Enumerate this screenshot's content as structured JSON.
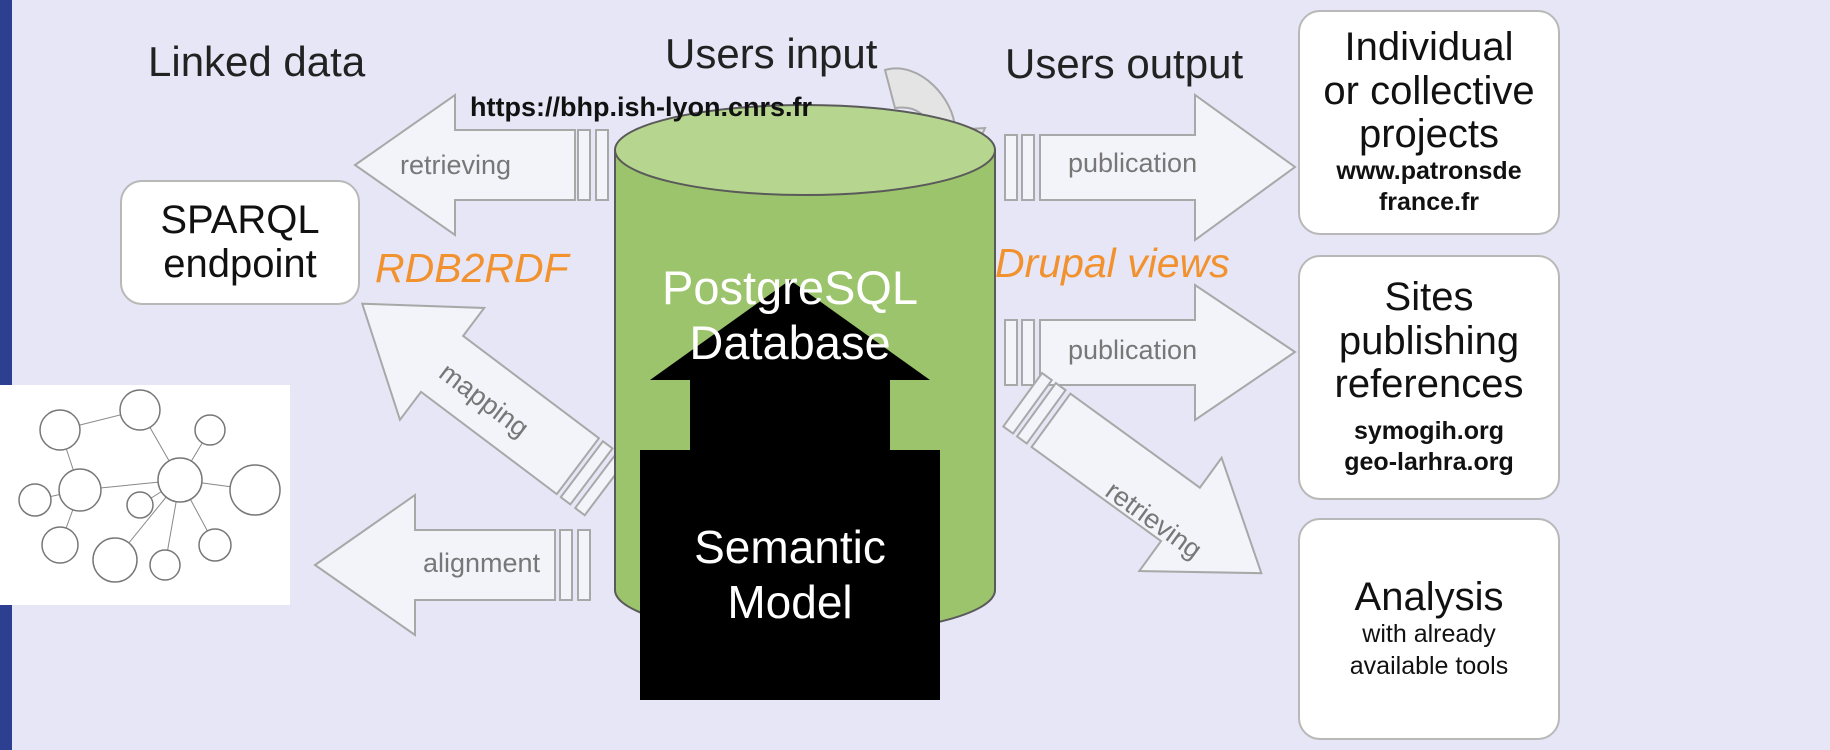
{
  "headings": {
    "linked_data": "Linked data",
    "users_input": "Users input",
    "users_output": "Users output"
  },
  "url": "https://bhp.ish-lyon.cnrs.fr",
  "sparql_box": {
    "line1": "SPARQL",
    "line2": "endpoint"
  },
  "database": {
    "line1": "PostgreSQL",
    "line2": "Database"
  },
  "semantic_model": {
    "line1": "Semantic",
    "line2": "Model"
  },
  "tools": {
    "rdb2rdf": "RDB2RDF",
    "drupal": "Drupal views"
  },
  "arrows": {
    "retrieving_left": "retrieving",
    "mapping": "mapping",
    "alignment": "alignment",
    "publication_top": "publication",
    "publication_mid": "publication",
    "retrieving_right": "retrieving"
  },
  "right_boxes": {
    "projects": {
      "l1": "Individual",
      "l2": "or collective",
      "l3": "projects",
      "site1": "www.patronsde",
      "site2": "france.fr"
    },
    "sites": {
      "l1": "Sites",
      "l2": "publishing",
      "l3": "references",
      "site1": "symogih.org",
      "site2": "geo-larhra.org"
    },
    "analysis": {
      "l1": "Analysis",
      "l2": "with already",
      "l3": "available tools"
    }
  },
  "colors": {
    "background": "#e6e6f6",
    "database_green": "#9cc46c",
    "accent_orange": "#f2922f",
    "left_border": "#2c3f91"
  }
}
